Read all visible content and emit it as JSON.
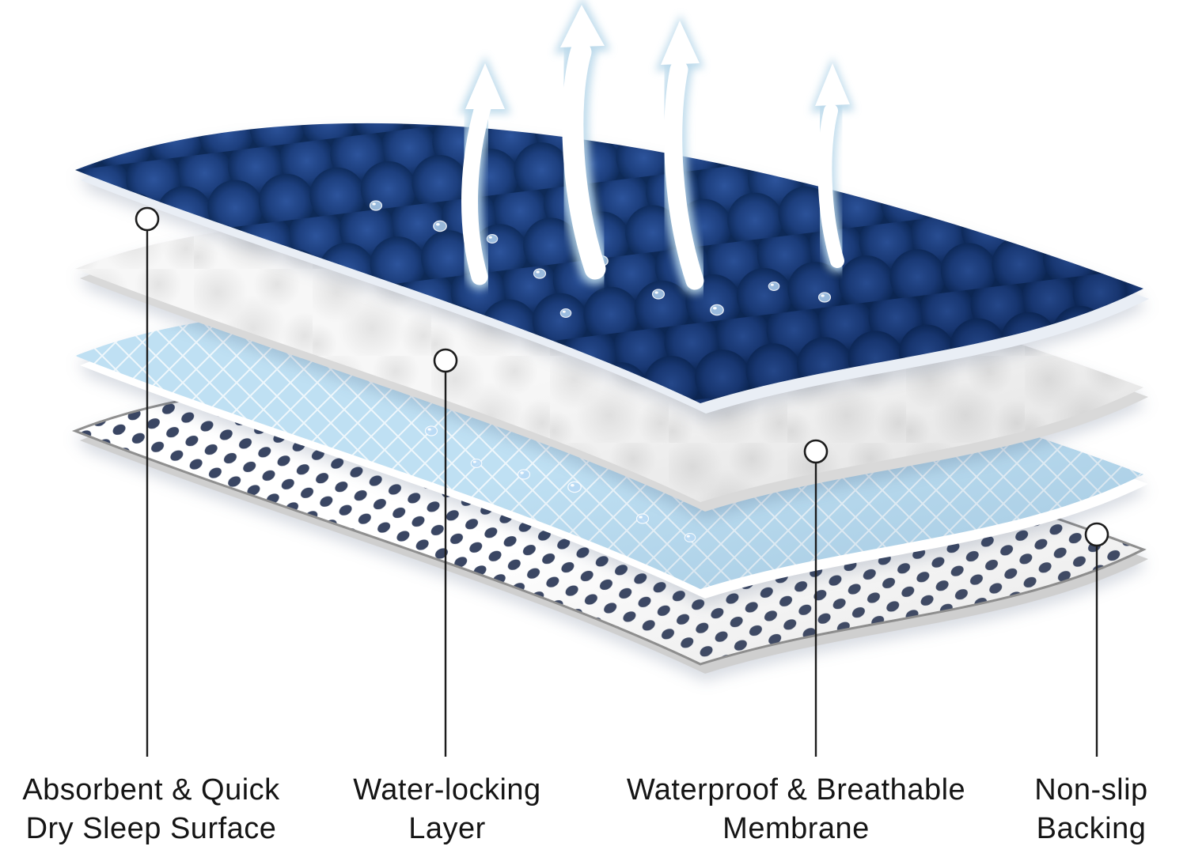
{
  "diagram": {
    "type": "product-layer-diagram",
    "subject": "waterproof mattress pad layer structure",
    "labels": [
      {
        "lines": [
          "Absorbent & Quick",
          "Dry Sleep Surface"
        ]
      },
      {
        "lines": [
          "Water-locking",
          "Layer"
        ]
      },
      {
        "lines": [
          "Waterproof & Breathable",
          "Membrane"
        ]
      },
      {
        "lines": [
          "Non-slip",
          "Backing"
        ]
      }
    ],
    "layers": [
      {
        "name": "absorbent-quick-dry-sleep-surface",
        "seam_color": "#0e2a57",
        "bump_color": "#1d3f7e"
      },
      {
        "name": "water-locking-layer",
        "base_color": "#f7f7f7"
      },
      {
        "name": "waterproof-breathable-membrane",
        "base_color": "#bfe0f3"
      },
      {
        "name": "non-slip-backing",
        "base_color": "#ffffff",
        "dot_color": "#3a4663"
      }
    ],
    "airflow_arrows": {
      "count": 4,
      "fill": "#ffffff",
      "halo": "#b9d8ea"
    },
    "callout": {
      "line_color": "#1c1c1c",
      "circle_fill": "#ffffff"
    }
  }
}
